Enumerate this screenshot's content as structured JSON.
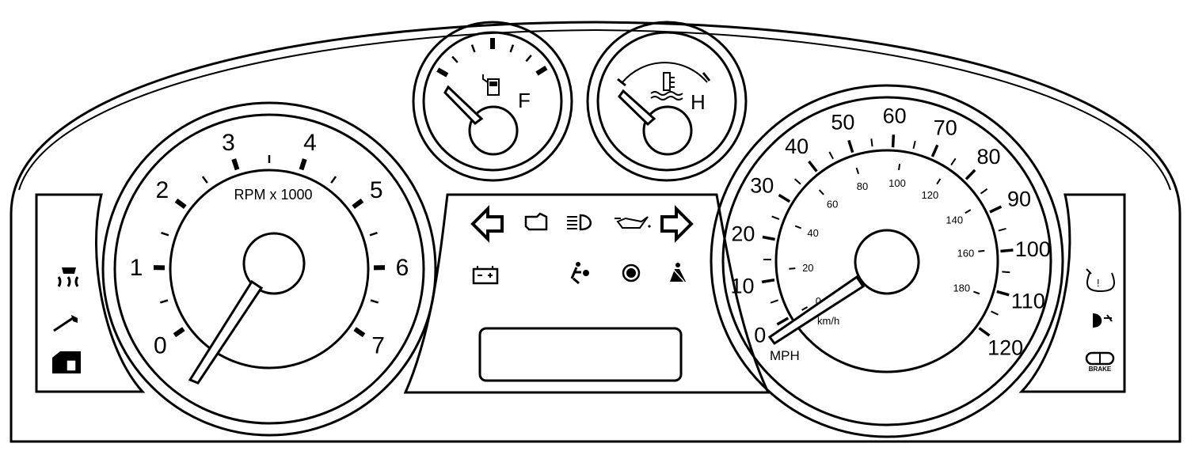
{
  "tachometer": {
    "label": "RPM x 1000",
    "marks": [
      "0",
      "1",
      "2",
      "3",
      "4",
      "5",
      "6",
      "7"
    ]
  },
  "fuel_gauge": {
    "end_label": "F"
  },
  "temp_gauge": {
    "end_label": "H"
  },
  "speedometer": {
    "mph_marks": [
      "0",
      "10",
      "20",
      "30",
      "40",
      "50",
      "60",
      "70",
      "80",
      "90",
      "100",
      "110",
      "120"
    ],
    "kmh_marks": [
      "0",
      "20",
      "40",
      "60",
      "80",
      "100",
      "120",
      "140",
      "160",
      "180"
    ],
    "mph_label": "MPH",
    "kmh_label": "km/h"
  },
  "right_panel": {
    "brake_label": "BRAKE"
  },
  "warning_icons": [
    "left-turn-signal-icon",
    "check-engine-icon",
    "headlamp-high-beam-icon",
    "oil-pressure-icon",
    "right-turn-signal-icon",
    "battery-charging-icon",
    "airbag-icon",
    "abs-icon",
    "seatbelt-icon",
    "traction-control-icon",
    "wrench-service-icon",
    "door-ajar-icon",
    "tire-pressure-icon",
    "auto-lamp-icon",
    "brake-warning-icon"
  ]
}
